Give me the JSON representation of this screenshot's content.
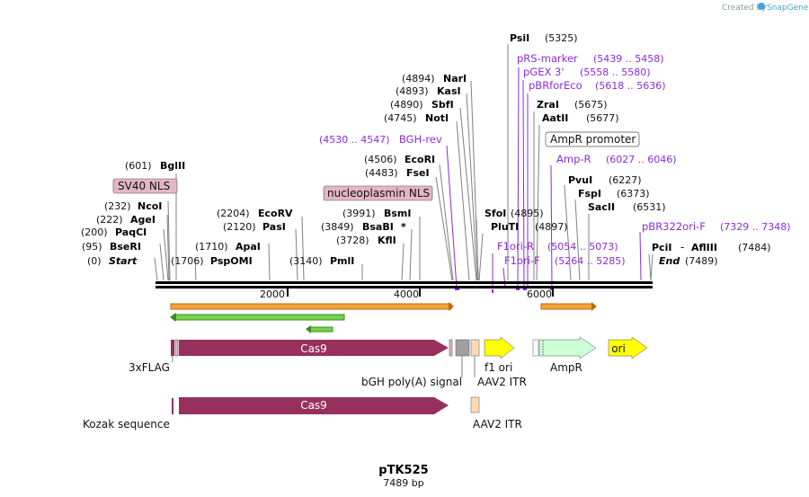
{
  "plasmid": {
    "name": "pTK525",
    "length_label": "7489 bp"
  },
  "credit": {
    "text": "Created by",
    "brand": "SnapGene"
  },
  "ruler": {
    "ticks": [
      "2000",
      "4000",
      "6000"
    ]
  },
  "sites": {
    "start": {
      "pos": "(0)",
      "name": "Start"
    },
    "bseri": {
      "pos": "(95)",
      "name": "BseRI"
    },
    "paqci": {
      "pos": "(200)",
      "name": "PaqCI"
    },
    "agei": {
      "pos": "(222)",
      "name": "AgeI"
    },
    "ncoi": {
      "pos": "(232)",
      "name": "NcoI"
    },
    "bglii": {
      "pos": "(601)",
      "name": "BglII"
    },
    "pspomi": {
      "pos": "(1706)",
      "name": "PspOMI"
    },
    "apai": {
      "pos": "(1710)",
      "name": "ApaI"
    },
    "pasi": {
      "pos": "(2120)",
      "name": "PasI"
    },
    "ecorv": {
      "pos": "(2204)",
      "name": "EcoRV"
    },
    "pmli": {
      "pos": "(3140)",
      "name": "PmlI"
    },
    "kfli": {
      "pos": "(3728)",
      "name": "KflI"
    },
    "bsabi": {
      "pos": "(3849)",
      "name": "BsaBI",
      "mark": "*"
    },
    "bsmi": {
      "pos": "(3991)",
      "name": "BsmI"
    },
    "fsei": {
      "pos": "(4483)",
      "name": "FseI"
    },
    "ecori": {
      "pos": "(4506)",
      "name": "EcoRI"
    },
    "noti": {
      "pos": "(4745)",
      "name": "NotI"
    },
    "sbfi": {
      "pos": "(4890)",
      "name": "SbfI"
    },
    "kasi": {
      "pos": "(4893)",
      "name": "KasI"
    },
    "nari": {
      "pos": "(4894)",
      "name": "NarI"
    },
    "sfoi": {
      "pos": "(4895)",
      "name": "SfoI"
    },
    "pluti": {
      "pos": "(4897)",
      "name": "PluTI"
    },
    "psii": {
      "pos": "(5325)",
      "name": "PsiI"
    },
    "zrai": {
      "pos": "(5675)",
      "name": "ZraI"
    },
    "aatii": {
      "pos": "(5677)",
      "name": "AatII"
    },
    "pvui": {
      "pos": "(6227)",
      "name": "PvuI"
    },
    "fspi": {
      "pos": "(6373)",
      "name": "FspI"
    },
    "sacii": {
      "pos": "(6531)",
      "name": "SacII"
    },
    "pcii": {
      "name": "PciI",
      "sep": "-"
    },
    "afliii": {
      "pos": "(7484)",
      "name": "AflIII"
    },
    "end": {
      "pos": "(7489)",
      "name": "End"
    }
  },
  "primers": {
    "bgh_rev": {
      "range": "(4530 .. 4547)",
      "name": "BGH-rev"
    },
    "rs_marker": {
      "name": "pRS-marker",
      "range": "(5439 .. 5458)"
    },
    "pgex3": {
      "name": "pGEX 3'",
      "range": "(5558 .. 5580)"
    },
    "pbrforeco": {
      "name": "pBRforEco",
      "range": "(5618 .. 5636)"
    },
    "ampr_r": {
      "name": "Amp-R",
      "range": "(6027 .. 6046)"
    },
    "f1ori_r": {
      "name": "F1ori-R",
      "range": "(5054 .. 5073)"
    },
    "f1ori_f": {
      "name": "F1ori-F",
      "range": "(5264 .. 5285)"
    },
    "pbr322ori_f": {
      "name": "pBR322ori-F",
      "range": "(7329 .. 7348)"
    }
  },
  "boxed_labels": {
    "sv40_nls": "SV40 NLS",
    "nucleoplasmin_nls": "nucleoplasmin NLS",
    "ampr_promoter": "AmpR promoter"
  },
  "features": {
    "cas9": "Cas9",
    "cas9_second": "Cas9",
    "ori": "ori",
    "flag": "3xFLAG",
    "bgh": "bGH poly(A) signal",
    "f1ori": "f1 ori",
    "aav2_itr_1": "AAV2 ITR",
    "ampr": "AmpR",
    "kozak": "Kozak sequence",
    "aav2_itr_2": "AAV2 ITR"
  },
  "colors": {
    "cas9": "#97305d",
    "f1ori": "#ffff00",
    "ampr": "#ccffd5",
    "itr": "#fddbb6",
    "bgh": "#a0a0a0",
    "nls": "#e4b6c5",
    "primer": "#8c2bd8",
    "orf_orange": "#f6a23a",
    "orf_green": "#77d24f"
  }
}
